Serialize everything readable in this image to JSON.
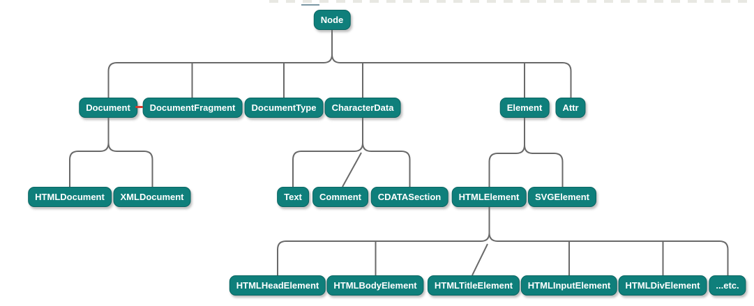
{
  "tree": {
    "nodes": [
      {
        "id": "node",
        "label": "Node"
      },
      {
        "id": "document",
        "label": "Document"
      },
      {
        "id": "documentFragment",
        "label": "DocumentFragment"
      },
      {
        "id": "documentType",
        "label": "DocumentType"
      },
      {
        "id": "characterData",
        "label": "CharacterData"
      },
      {
        "id": "element",
        "label": "Element"
      },
      {
        "id": "attr",
        "label": "Attr"
      },
      {
        "id": "htmlDocument",
        "label": "HTMLDocument"
      },
      {
        "id": "xmlDocument",
        "label": "XMLDocument"
      },
      {
        "id": "text",
        "label": "Text"
      },
      {
        "id": "comment",
        "label": "Comment"
      },
      {
        "id": "cdataSection",
        "label": "CDATASection"
      },
      {
        "id": "htmlElement",
        "label": "HTMLElement"
      },
      {
        "id": "svgElement",
        "label": "SVGElement"
      },
      {
        "id": "htmlHeadElement",
        "label": "HTMLHeadElement"
      },
      {
        "id": "htmlBodyElement",
        "label": "HTMLBodyElement"
      },
      {
        "id": "htmlTitleElement",
        "label": "HTMLTitleElement"
      },
      {
        "id": "htmlInputElement",
        "label": "HTMLInputElement"
      },
      {
        "id": "htmlDivElement",
        "label": "HTMLDivElement"
      },
      {
        "id": "etc",
        "label": "...etc."
      }
    ],
    "edges": [
      [
        "Node",
        "Document"
      ],
      [
        "Node",
        "DocumentFragment"
      ],
      [
        "Node",
        "DocumentType"
      ],
      [
        "Node",
        "CharacterData"
      ],
      [
        "Node",
        "Element"
      ],
      [
        "Node",
        "Attr"
      ],
      [
        "Document",
        "HTMLDocument"
      ],
      [
        "Document",
        "XMLDocument"
      ],
      [
        "CharacterData",
        "Text"
      ],
      [
        "CharacterData",
        "Comment"
      ],
      [
        "CharacterData",
        "CDATASection"
      ],
      [
        "Element",
        "HTMLElement"
      ],
      [
        "Element",
        "SVGElement"
      ],
      [
        "HTMLElement",
        "HTMLHeadElement"
      ],
      [
        "HTMLElement",
        "HTMLBodyElement"
      ],
      [
        "HTMLElement",
        "HTMLTitleElement"
      ],
      [
        "HTMLElement",
        "HTMLInputElement"
      ],
      [
        "HTMLElement",
        "HTMLDivElement"
      ],
      [
        "HTMLElement",
        "...etc."
      ]
    ]
  },
  "marker": {
    "symbol": "-",
    "color": "#d8392c",
    "next_to": "Document"
  },
  "colors": {
    "box_fill": "#0f7f7b",
    "box_border": "#0a6562",
    "box_text": "#ffffff",
    "connector": "#696969",
    "marker": "#d8392c",
    "canvas": "#ffffff"
  }
}
